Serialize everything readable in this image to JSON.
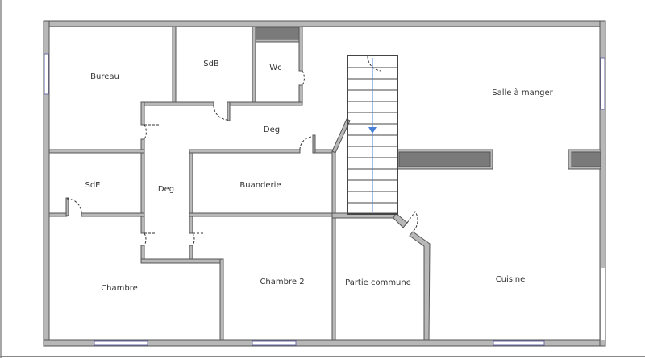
{
  "plan": {
    "rooms": [
      {
        "name": "Bureau"
      },
      {
        "name": "SdB"
      },
      {
        "name": "Wc"
      },
      {
        "name": "Deg"
      },
      {
        "name": "SdE"
      },
      {
        "name": "Deg"
      },
      {
        "name": "Buanderie"
      },
      {
        "name": "Chambre"
      },
      {
        "name": "Chambre 2"
      },
      {
        "name": "Partie commune"
      },
      {
        "name": "Salle à manger"
      },
      {
        "name": "Cuisine"
      }
    ],
    "colors": {
      "wall": "#b8b8b8",
      "wall_outline": "#555555",
      "duct": "#7a7a7a",
      "stair_arrow": "#4a7fd8",
      "window": "#6a6aa8"
    }
  }
}
